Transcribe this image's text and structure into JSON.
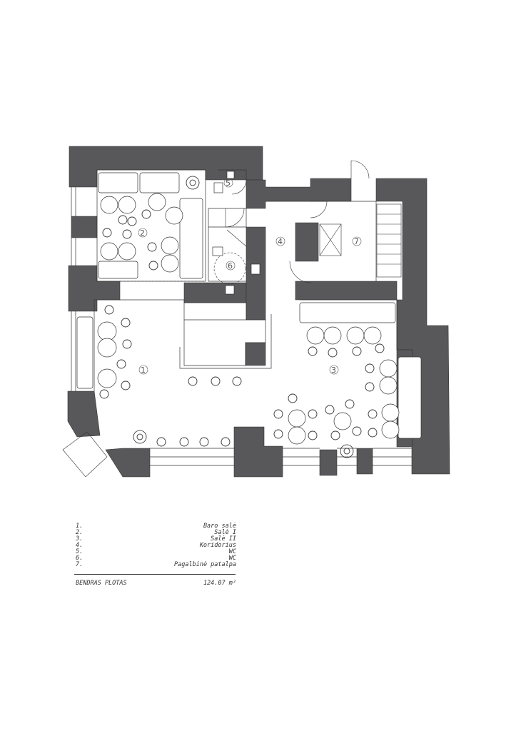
{
  "legend": {
    "items": [
      {
        "num": "1.",
        "label": "Baro salė"
      },
      {
        "num": "2.",
        "label": "Salė I"
      },
      {
        "num": "3.",
        "label": "Salė II"
      },
      {
        "num": "4.",
        "label": "Koridorius"
      },
      {
        "num": "5.",
        "label": "WC"
      },
      {
        "num": "6.",
        "label": "WC"
      },
      {
        "num": "7.",
        "label": "Pagalbinė patalpa"
      }
    ],
    "total_label": "BENDRAS PLOTAS",
    "total_value": "124.07 m²"
  },
  "rooms": {
    "r1": "1",
    "r2": "2",
    "r3": "3",
    "r4": "4",
    "r5": "5",
    "r6": "6",
    "r7": "7"
  },
  "colors": {
    "wall": "#58585a",
    "line": "#333333"
  }
}
